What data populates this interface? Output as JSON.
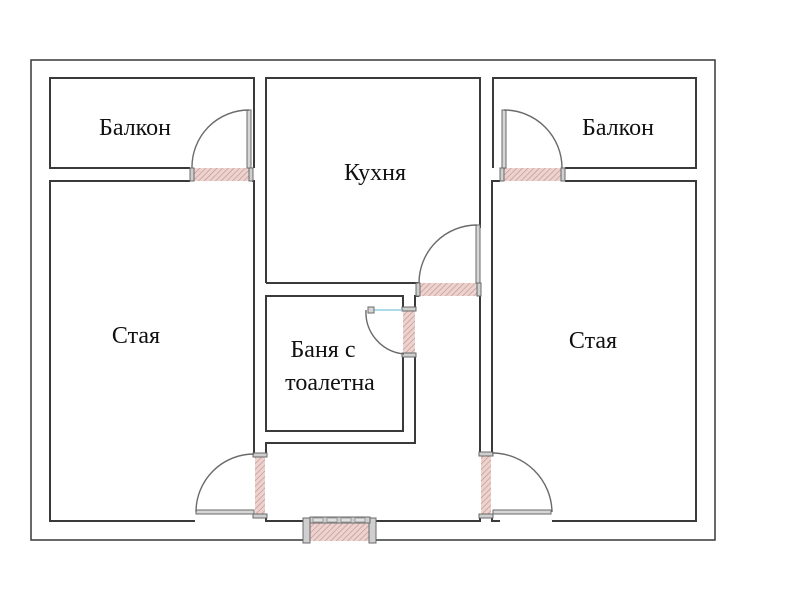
{
  "diagram": {
    "type": "floor-plan",
    "rooms": [
      {
        "id": "balcony-left",
        "label": "Балкон"
      },
      {
        "id": "kitchen",
        "label": "Кухня"
      },
      {
        "id": "balcony-right",
        "label": "Балкон"
      },
      {
        "id": "room-left",
        "label": "Стая"
      },
      {
        "id": "bathroom",
        "label_line1": "Баня с",
        "label_line2": "тоалетна"
      },
      {
        "id": "room-right",
        "label": "Стая"
      }
    ],
    "doors": [
      {
        "id": "door-balcony-left"
      },
      {
        "id": "door-balcony-right"
      },
      {
        "id": "door-kitchen"
      },
      {
        "id": "door-bathroom"
      },
      {
        "id": "door-room-left"
      },
      {
        "id": "door-room-right"
      },
      {
        "id": "door-entrance"
      }
    ],
    "colors": {
      "wall": "#3a3a3a",
      "door_opening_hatch": "#e8c8c3",
      "door_arc": "#6a6a6a",
      "bath_door_handle": "#8fcfe0"
    }
  }
}
